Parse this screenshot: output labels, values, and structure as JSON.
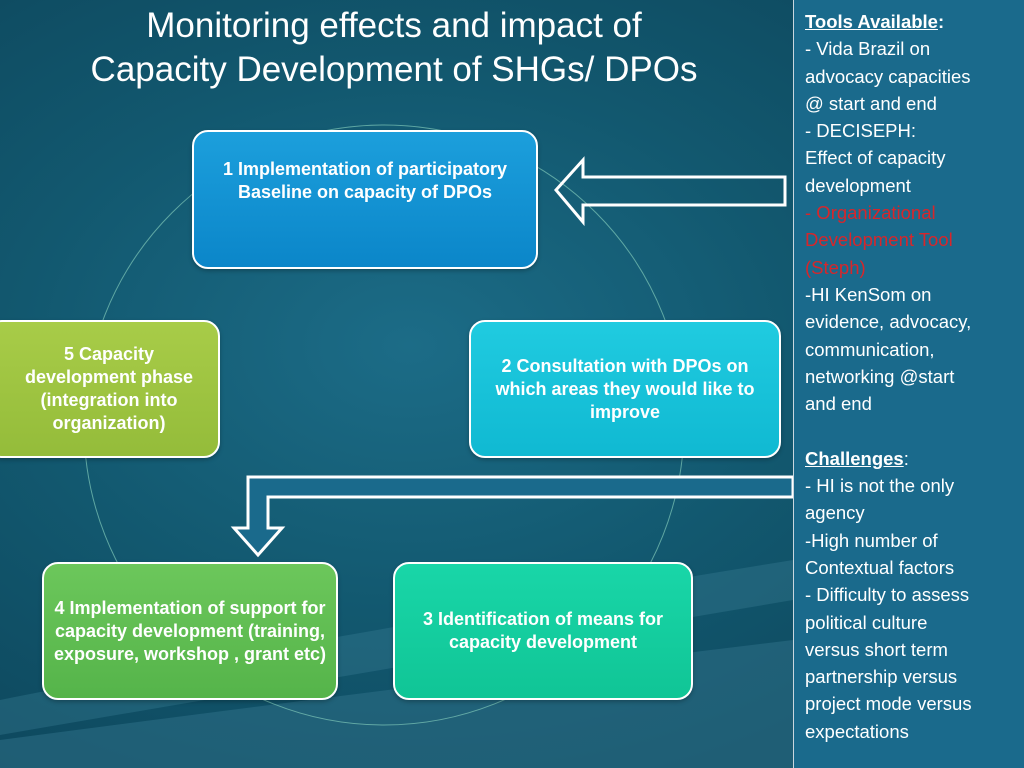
{
  "title": {
    "line1": "Monitoring effects and impact of",
    "line2": "Capacity Development of SHGs/ DPOs"
  },
  "cycle": {
    "steps": [
      {
        "label": "1 Implementation of participatory Baseline  on capacity of DPOs",
        "color": "#1a9ad8"
      },
      {
        "label": "2 Consultation with DPOs on which areas they would like to improve",
        "color": "#17c2d9"
      },
      {
        "label": "3 Identification of means for capacity development",
        "color": "#15cf9f"
      },
      {
        "label": "4 Implementation of support for capacity development (training, exposure, workshop , grant etc)",
        "color": "#5fbd51"
      },
      {
        "label": "5 Capacity development phase (integration into organization)",
        "color": "#9ec441"
      }
    ]
  },
  "sidebar": {
    "tools_heading": "Tools Available",
    "tools_colon": ":",
    "tools_lines": [
      "- Vida  Brazil on",
      "advocacy capacities",
      "@ start and end",
      "- DECISEPH:",
      "Effect of capacity",
      "development"
    ],
    "tools_red_lines": [
      "- Organizational",
      "Development Tool",
      "(Steph)"
    ],
    "tools_lines_after": [
      "-HI KenSom on",
      "evidence, advocacy,",
      "communication,",
      "networking @start",
      "and end"
    ],
    "challenges_heading": "Challenges",
    "challenges_colon": ":",
    "challenges_lines": [
      "- HI is not the only",
      "agency",
      "-High number of",
      "Contextual factors",
      "- Difficulty to assess",
      "political culture",
      "versus short term",
      "partnership versus",
      "project mode versus",
      "expectations"
    ]
  },
  "colors": {
    "background": "#125a72",
    "sidebar": "#1a6a8c",
    "highlight_red": "#d7262b"
  }
}
